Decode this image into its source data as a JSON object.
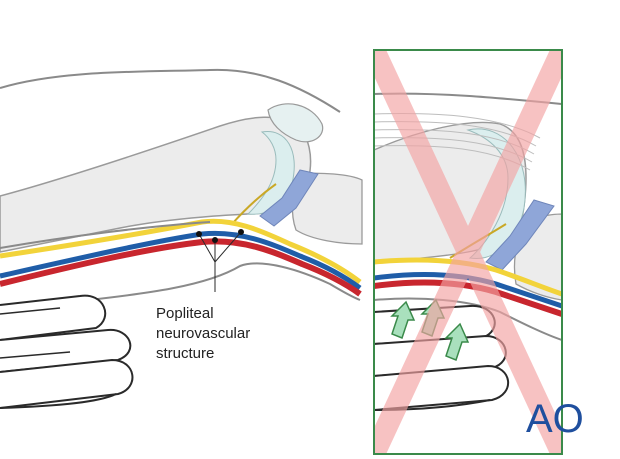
{
  "annotation": {
    "line1": "Popliteal",
    "line2": "neurovascular",
    "line3": "structure"
  },
  "logo": {
    "text": "AO"
  },
  "colors": {
    "nerve": "#f2d33a",
    "artery": "#c8262e",
    "vein": "#1f5da8",
    "bone_fill": "#ececec",
    "outline": "#8a8a8a",
    "cartilage": "#dbeeee",
    "meniscus": "#8fa6d8",
    "frame": "#3a8a4a",
    "cross": "#f4a3a3",
    "arrow_fill": "#a9e0bd",
    "arrow_stroke": "#3a8a4a",
    "logo": "#1f4f9e"
  }
}
